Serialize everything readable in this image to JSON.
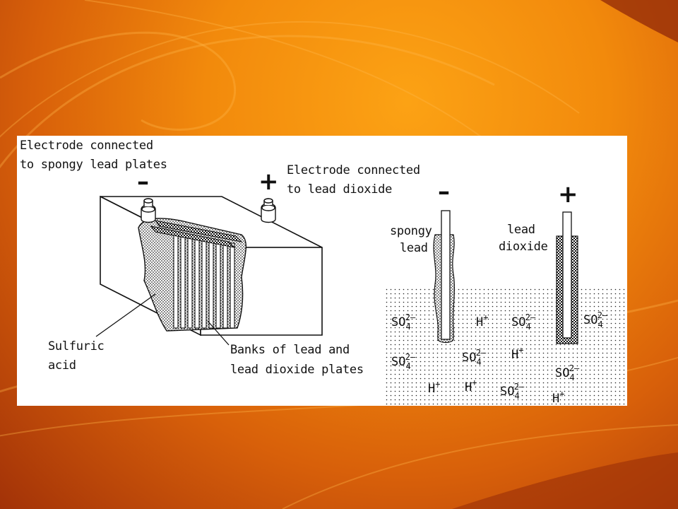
{
  "colors": {
    "bg_light": "#fca214",
    "bg_dark": "#a23208",
    "panel": "#ffffff",
    "ink": "#111111"
  },
  "battery": {
    "neg_electrode_label_1": "Electrode connected",
    "neg_electrode_label_2": "to spongy lead plates",
    "pos_electrode_label_1": "Electrode connected",
    "pos_electrode_label_2": "to lead dioxide",
    "neg_sign": "–",
    "pos_sign": "+",
    "acid_label_1": "Sulfuric",
    "acid_label_2": "acid",
    "plates_label_1": "Banks of lead and",
    "plates_label_2": "lead dioxide plates"
  },
  "cell": {
    "neg_sign": "–",
    "pos_sign": "+",
    "spongy_label_1": "spongy",
    "spongy_label_2": "lead",
    "dioxide_label_1": "lead",
    "dioxide_label_2": "dioxide",
    "sulfate": {
      "base": "SO",
      "sub": "4",
      "sup": "2–"
    },
    "hydrogen": {
      "base": "H",
      "sup": "+"
    }
  }
}
